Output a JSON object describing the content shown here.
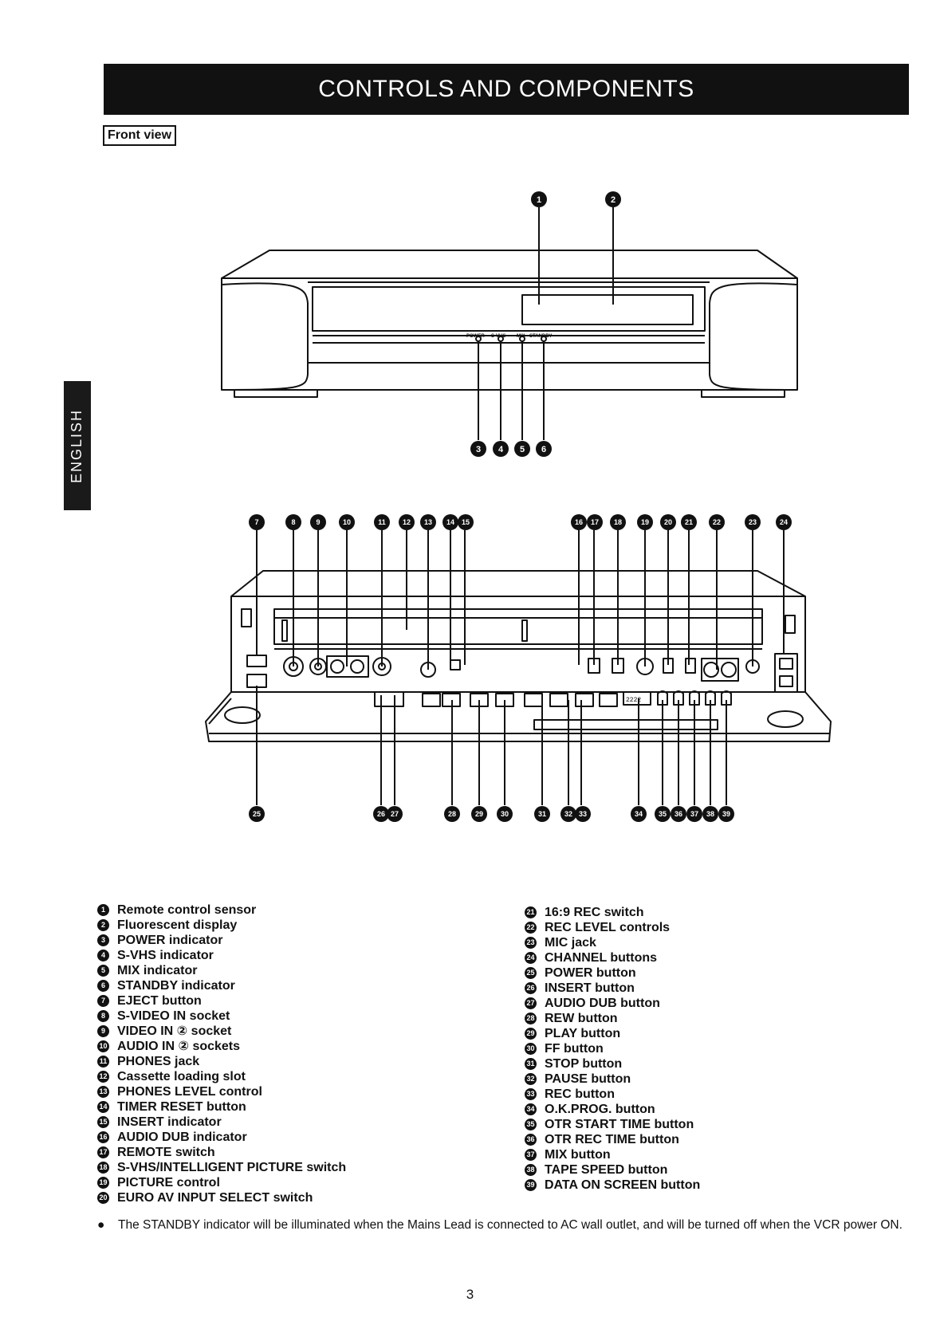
{
  "header": {
    "title": "CONTROLS AND COMPONENTS"
  },
  "section_label": "Front view",
  "side_tab": "ENGLISH",
  "diagram": {
    "panel_labels": [
      "POWER",
      "S-VHS",
      "MIX",
      "STANDBY"
    ],
    "top_callouts": [
      "1",
      "2"
    ],
    "panel_callouts": [
      "3",
      "4",
      "5",
      "6"
    ],
    "upper_callouts": [
      "7",
      "8",
      "9",
      "10",
      "11",
      "12",
      "13",
      "14",
      "15",
      "16",
      "17",
      "18",
      "19",
      "20",
      "21",
      "22",
      "23",
      "24"
    ],
    "lower_callouts": [
      "25",
      "26",
      "27",
      "28",
      "29",
      "30",
      "31",
      "32",
      "33",
      "34",
      "35",
      "36",
      "37",
      "38",
      "39"
    ],
    "counter_display": "2222"
  },
  "legend_left": [
    {
      "num": "1",
      "label": "Remote control sensor"
    },
    {
      "num": "2",
      "label": "Fluorescent display"
    },
    {
      "num": "3",
      "label": "POWER indicator"
    },
    {
      "num": "4",
      "label": "S-VHS indicator"
    },
    {
      "num": "5",
      "label": "MIX indicator"
    },
    {
      "num": "6",
      "label": "STANDBY indicator"
    },
    {
      "num": "7",
      "label": "EJECT button"
    },
    {
      "num": "8",
      "label": "S-VIDEO IN socket"
    },
    {
      "num": "9",
      "label": "VIDEO IN ② socket"
    },
    {
      "num": "10",
      "label": "AUDIO IN ② sockets"
    },
    {
      "num": "11",
      "label": "PHONES jack"
    },
    {
      "num": "12",
      "label": "Cassette loading slot"
    },
    {
      "num": "13",
      "label": "PHONES LEVEL control"
    },
    {
      "num": "14",
      "label": "TIMER RESET button"
    },
    {
      "num": "15",
      "label": "INSERT indicator"
    },
    {
      "num": "16",
      "label": "AUDIO DUB indicator"
    },
    {
      "num": "17",
      "label": "REMOTE switch"
    },
    {
      "num": "18",
      "label": "S-VHS/INTELLIGENT PICTURE switch"
    },
    {
      "num": "19",
      "label": "PICTURE control"
    },
    {
      "num": "20",
      "label": "EURO AV INPUT SELECT switch"
    }
  ],
  "legend_right": [
    {
      "num": "21",
      "label": "16:9 REC switch"
    },
    {
      "num": "22",
      "label": "REC LEVEL controls"
    },
    {
      "num": "23",
      "label": "MIC jack"
    },
    {
      "num": "24",
      "label": "CHANNEL buttons"
    },
    {
      "num": "25",
      "label": "POWER button"
    },
    {
      "num": "26",
      "label": "INSERT button"
    },
    {
      "num": "27",
      "label": "AUDIO DUB button"
    },
    {
      "num": "28",
      "label": "REW button"
    },
    {
      "num": "29",
      "label": "PLAY button"
    },
    {
      "num": "30",
      "label": "FF button"
    },
    {
      "num": "31",
      "label": "STOP button"
    },
    {
      "num": "32",
      "label": "PAUSE button"
    },
    {
      "num": "33",
      "label": "REC button"
    },
    {
      "num": "34",
      "label": "O.K.PROG. button"
    },
    {
      "num": "35",
      "label": "OTR START TIME button"
    },
    {
      "num": "36",
      "label": "OTR REC TIME button"
    },
    {
      "num": "37",
      "label": "MIX button"
    },
    {
      "num": "38",
      "label": "TAPE SPEED button"
    },
    {
      "num": "39",
      "label": "DATA ON SCREEN button"
    }
  ],
  "footnote": {
    "bullet": "●",
    "text": "The STANDBY indicator will be illuminated when the Mains Lead is connected to AC wall outlet, and will be turned off when the VCR power ON."
  },
  "page_number": "3"
}
